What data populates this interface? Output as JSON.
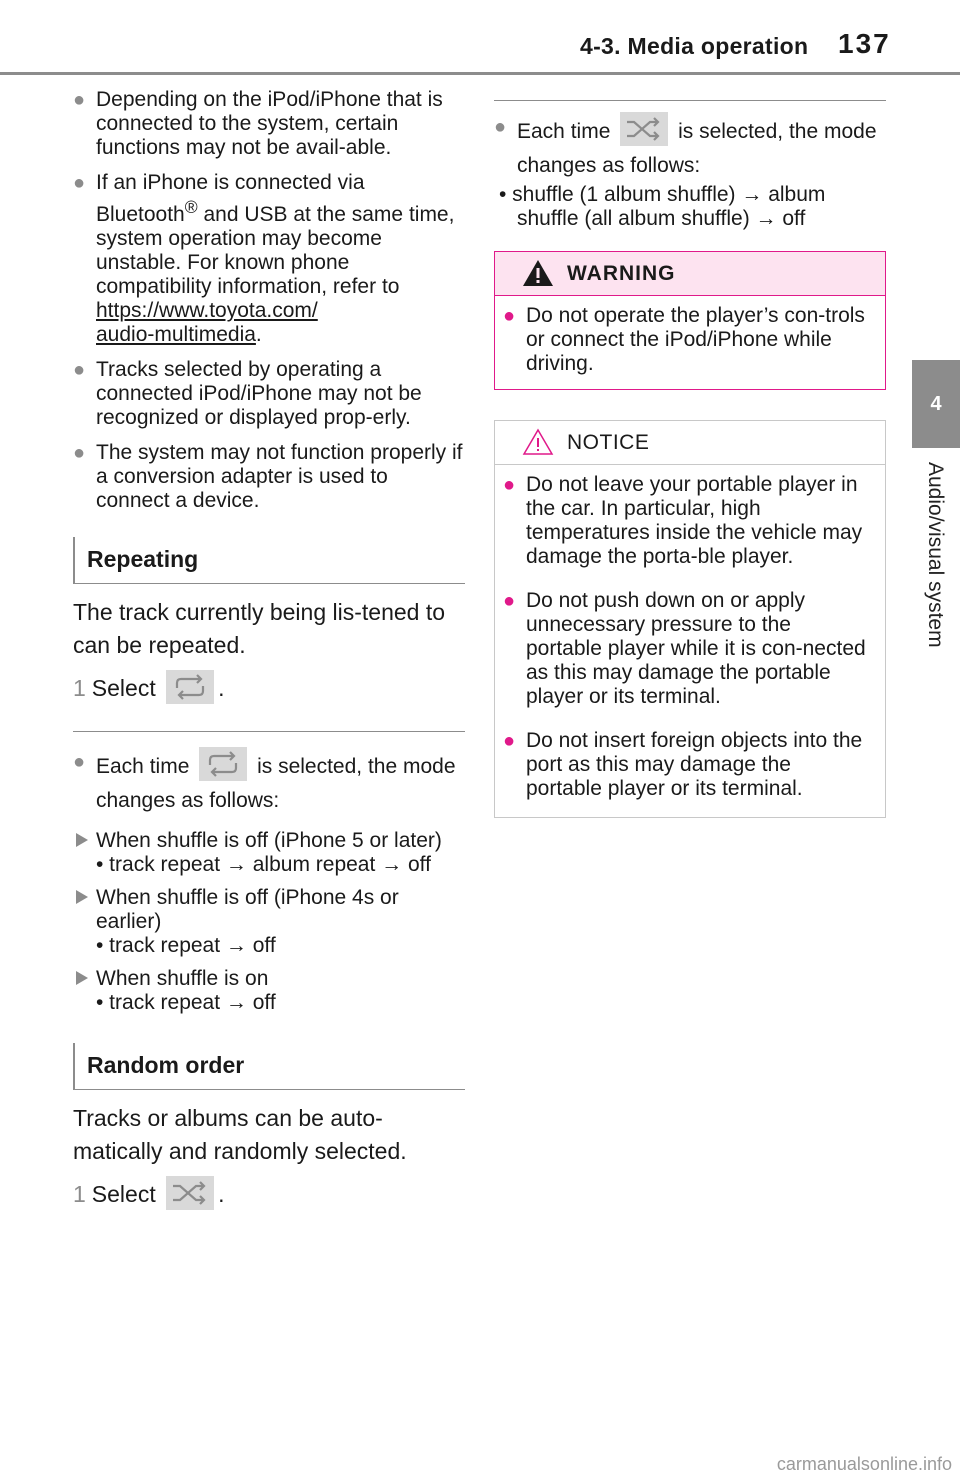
{
  "header": {
    "section_title": "4-3. Media operation",
    "page_number": "137"
  },
  "side_tab": {
    "chapter_number": "4",
    "chapter_title": "Audio/visual system"
  },
  "left_column": {
    "bullets": [
      {
        "text": "Depending on the iPod/iPhone that is connected to the system, certain functions may not be avail-able."
      },
      {
        "text_before": "If an iPhone is connected via Bluetooth",
        "superscript": "®",
        "text_after": " and USB at the same time, system operation may become unstable. For known phone compatibility information, refer to ",
        "link": "https://www.toyota.com/audio-multimedia",
        "link_line1": "https://www.toyota.com/",
        "link_line2": "audio-multimedia",
        "end": "."
      },
      {
        "text": "Tracks selected by operating a connected iPod/iPhone may not be recognized or displayed prop-erly."
      },
      {
        "text": "The system may not function properly if a conversion adapter is used to connect a device."
      }
    ],
    "repeating": {
      "heading": "Repeating",
      "lead": "The track currently being lis-tened to can be repeated.",
      "step_number": "1",
      "step_text": "Select",
      "step_end": ".",
      "note_before": "Each time",
      "note_after": "is selected, the mode changes as follows:",
      "cases": [
        {
          "condition": "When shuffle is off (iPhone 5 or later)",
          "sequence": "• track repeat → album repeat → off"
        },
        {
          "condition": "When shuffle is off (iPhone 4s or earlier)",
          "sequence": "• track repeat → off"
        },
        {
          "condition": "When shuffle is on",
          "sequence": "• track repeat → off"
        }
      ]
    },
    "random": {
      "heading": "Random order",
      "lead": "Tracks or albums can be auto-matically and randomly selected.",
      "step_number": "1",
      "step_text": "Select",
      "step_end": "."
    }
  },
  "right_column": {
    "shuffle_note": {
      "before": "Each time",
      "after": "is selected, the mode changes as follows:",
      "sequence": "• shuffle (1 album shuffle) → album shuffle (all album shuffle) → off"
    },
    "warning": {
      "title": "WARNING",
      "items": [
        "Do not operate the player’s con-trols or connect the iPod/iPhone while driving."
      ]
    },
    "notice": {
      "title": "NOTICE",
      "items": [
        "Do not leave your portable player in the car. In particular, high temperatures inside the vehicle may damage the porta-ble player.",
        "Do not push down on or apply unnecessary pressure to the portable player while it is con-nected as this may damage the portable player or its terminal.",
        "Do not insert foreign objects into the port as this may damage the portable player or its terminal."
      ]
    }
  },
  "icons": {
    "repeat": "repeat-icon",
    "shuffle": "shuffle-icon",
    "warning": "warning-triangle-icon",
    "notice": "notice-triangle-icon"
  },
  "colors": {
    "accent_gray": "#8c8c8c",
    "warning_pink": "#e0198a",
    "warning_bg": "#fde3f0"
  },
  "footer": {
    "watermark": "carmanualsonline.info"
  }
}
